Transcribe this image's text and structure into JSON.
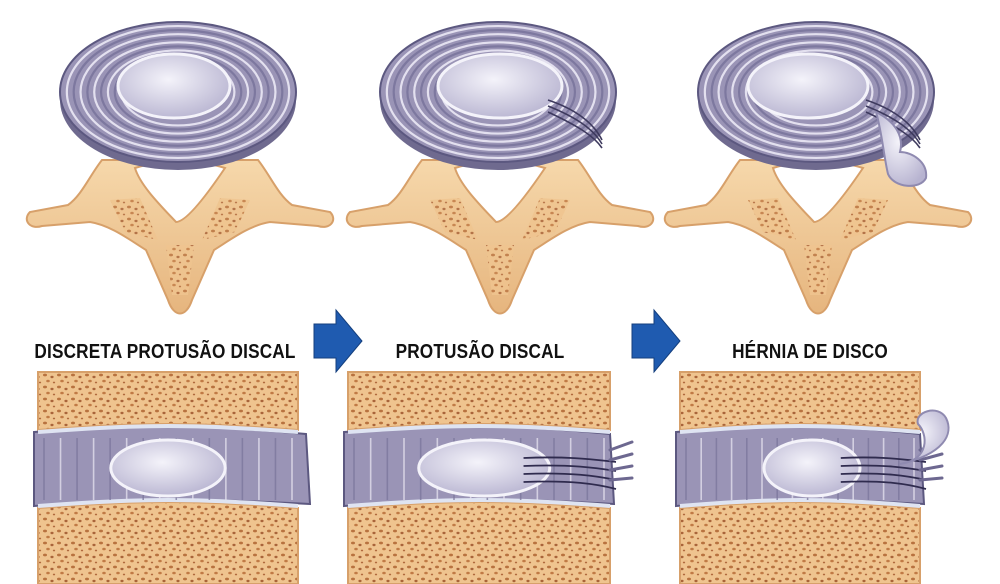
{
  "stages": [
    {
      "label": "DISCRETA PROTUSÃO DISCAL",
      "condition": "bulge-minor"
    },
    {
      "label": "PROTUSÃO DISCAL",
      "condition": "protrusion"
    },
    {
      "label": "HÉRNIA DE DISCO",
      "condition": "herniation"
    }
  ],
  "arrows": [
    {
      "from": 1,
      "to": 2,
      "icon": "arrow-right-icon"
    },
    {
      "from": 2,
      "to": 3,
      "icon": "arrow-right-icon"
    }
  ],
  "colors": {
    "bone": "#f2cc98",
    "bone_shadow": "#d7a06a",
    "bone_pore": "#b06a3e",
    "disc_ring": "#9a94b6",
    "disc_ring_light": "#e3e0ef",
    "nucleus": "#cdcbe0",
    "arrow": "#1f5bb0",
    "label_text": "#111111"
  }
}
